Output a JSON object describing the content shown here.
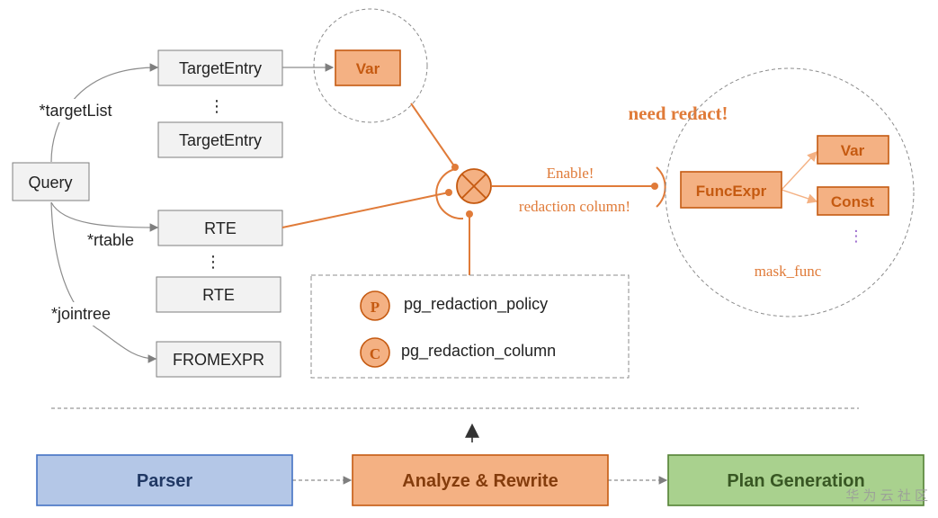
{
  "query": {
    "query_label": "Query"
  },
  "edges": {
    "target_list": "*targetList",
    "rtable": "*rtable",
    "jointree": "*jointree"
  },
  "nodes": {
    "target_entry_1": "TargetEntry",
    "target_entry_2": "TargetEntry",
    "rte_1": "RTE",
    "rte_2": "RTE",
    "fromexpr": "FROMEXPR",
    "ellipsis": "⋮"
  },
  "var_node": {
    "label": "Var"
  },
  "redaction": {
    "enable": "Enable!",
    "column": "redaction column!",
    "need_redact": "need redact!"
  },
  "catalog": {
    "policy_badge": "P",
    "policy_label": "pg_redaction_policy",
    "column_badge": "C",
    "column_label": "pg_redaction_column"
  },
  "mask_func": {
    "funcexpr": "FuncExpr",
    "var": "Var",
    "const": "Const",
    "ellipsis": "⋮",
    "label": "mask_func"
  },
  "pipeline": {
    "parser": "Parser",
    "analyze": "Analyze & Rewrite",
    "plan": "Plan Generation"
  },
  "watermark": "华 为 云 社 区",
  "colors": {
    "orange_fill": "#f4b183",
    "orange_stroke": "#c55a11",
    "orange_line": "#e07b39",
    "parser_fill": "#b4c7e7",
    "parser_stroke": "#4472c4",
    "plan_fill": "#a9d18e",
    "plan_stroke": "#548235"
  }
}
